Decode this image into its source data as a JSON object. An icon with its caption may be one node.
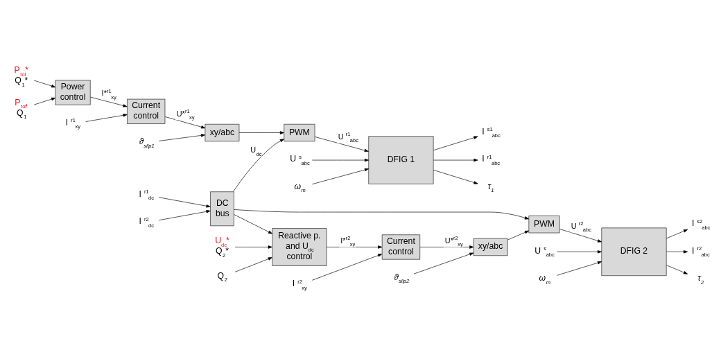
{
  "diagram": {
    "nodes": [
      {
        "text": [
          "Power control"
        ]
      },
      {
        "text": [
          "Current control"
        ]
      },
      {
        "text": [
          "xy/abc"
        ]
      },
      {
        "text": [
          "PWM"
        ]
      },
      {
        "text": [
          "DFIG 1"
        ]
      },
      {
        "text": [
          "DC bus"
        ]
      },
      {
        "text": [
          "Reactive p. and U$_{dc}$ control"
        ]
      },
      {
        "text": [
          "Current control"
        ]
      },
      {
        "text": [
          "xy/abc"
        ]
      },
      {
        "text": [
          "PWM"
        ]
      },
      {
        "text": [
          "DFIG 2"
        ]
      },
      {
        "text": [
          "P$_{tot}$*",
          "Q$_{1}$*"
        ]
      },
      {
        "text": [
          "P$_{tot}$,",
          "Q$_{1}$"
        ]
      },
      {
        "text": [
          "I $^{r1}$$_{xy}$"
        ]
      },
      {
        "text": [
          "ϑ$_{slip1}$"
        ]
      },
      {
        "text": [
          "U $^{s}$$_{abc}$"
        ]
      },
      {
        "text": [
          "ω$_{m}$"
        ]
      },
      {
        "text": [
          "I $^{s1}$$_{abc}$"
        ]
      },
      {
        "text": [
          "I $^{r1}$$_{abc}$"
        ]
      },
      {
        "text": [
          "τ$_{1}$"
        ]
      },
      {
        "text": [
          "I $^{r1}$$_{dc}$"
        ]
      },
      {
        "text": [
          "I $^{r2}$$_{dc}$"
        ]
      },
      {
        "text": [
          "U$_{dc}$*",
          "Q$_{2}$*"
        ]
      },
      {
        "text": [
          "Q$_{2}$"
        ]
      },
      {
        "text": [
          "I $^{r2}$$_{xy}$"
        ]
      },
      {
        "text": [
          "ϑ$_{slip2}$"
        ]
      },
      {
        "text": [
          "U $^{s}$$_{abc}$"
        ]
      },
      {
        "text": [
          "ω$_{m}$"
        ]
      },
      {
        "text": [
          "I $^{s2}$$_{abc}$"
        ]
      },
      {
        "text": [
          "I $^{r2}$$_{abc}$"
        ]
      },
      {
        "text": [
          "τ$_{2}$"
        ]
      }
    ],
    "edges": [
      {
        "from": 11,
        "to": 0,
        "arrow": "to"
      },
      {
        "from": 12,
        "to": 0,
        "arrow": "to"
      },
      {
        "from": 0,
        "to": 1,
        "arrow": "to",
        "label": "I*$^{r1}$$_{xy}$"
      },
      {
        "from": 13,
        "to": 1,
        "arrow": "to"
      },
      {
        "from": 1,
        "to": 2,
        "arrow": "to",
        "label": "U*$^{r1}$$_{xy}$"
      },
      {
        "from": 14,
        "to": 2,
        "arrow": "to"
      },
      {
        "from": 2,
        "to": 3,
        "arrow": "to"
      },
      {
        "from": 3,
        "to": 4,
        "arrow": "to",
        "label": "U $^{r1}$$_{abc}$"
      },
      {
        "from": 15,
        "to": 4,
        "arrow": "to"
      },
      {
        "from": 16,
        "to": 4,
        "arrow": "to"
      },
      {
        "from": 4,
        "to": 17,
        "arrow": "to"
      },
      {
        "from": 4,
        "to": 18,
        "arrow": "to"
      },
      {
        "from": 4,
        "to": 19,
        "arrow": "to"
      },
      {
        "from": 20,
        "to": 5,
        "arrow": "to"
      },
      {
        "from": 21,
        "to": 5,
        "arrow": "to"
      },
      {
        "from": 5,
        "to": 3,
        "arrow": "to",
        "label": "U$_{dc}$"
      },
      {
        "from": 5,
        "to": 9,
        "arrow": "to"
      },
      {
        "from": 5,
        "to": 6,
        "arrow": "to"
      },
      {
        "from": 22,
        "to": 6,
        "arrow": "to"
      },
      {
        "from": 23,
        "to": 6,
        "arrow": "to"
      },
      {
        "from": 6,
        "to": 7,
        "arrow": "to",
        "label": "I*$^{r2}$$_{xy}$"
      },
      {
        "from": 24,
        "to": 7,
        "arrow": "to"
      },
      {
        "from": 7,
        "to": 8,
        "arrow": "to",
        "label": "U*$^{r2}$$_{xy}$"
      },
      {
        "from": 25,
        "to": 8,
        "arrow": "to"
      },
      {
        "from": 8,
        "to": 9,
        "arrow": "to"
      },
      {
        "from": 9,
        "to": 10,
        "arrow": "to",
        "label": "U $^{r2}$$_{abc}$"
      },
      {
        "from": 26,
        "to": 10,
        "arrow": "to"
      },
      {
        "from": 27,
        "to": 10,
        "arrow": "to"
      },
      {
        "from": 10,
        "to": 28,
        "arrow": "to"
      },
      {
        "from": 10,
        "to": 29,
        "arrow": "to"
      },
      {
        "from": 10,
        "to": 30,
        "arrow": "to"
      }
    ]
  }
}
